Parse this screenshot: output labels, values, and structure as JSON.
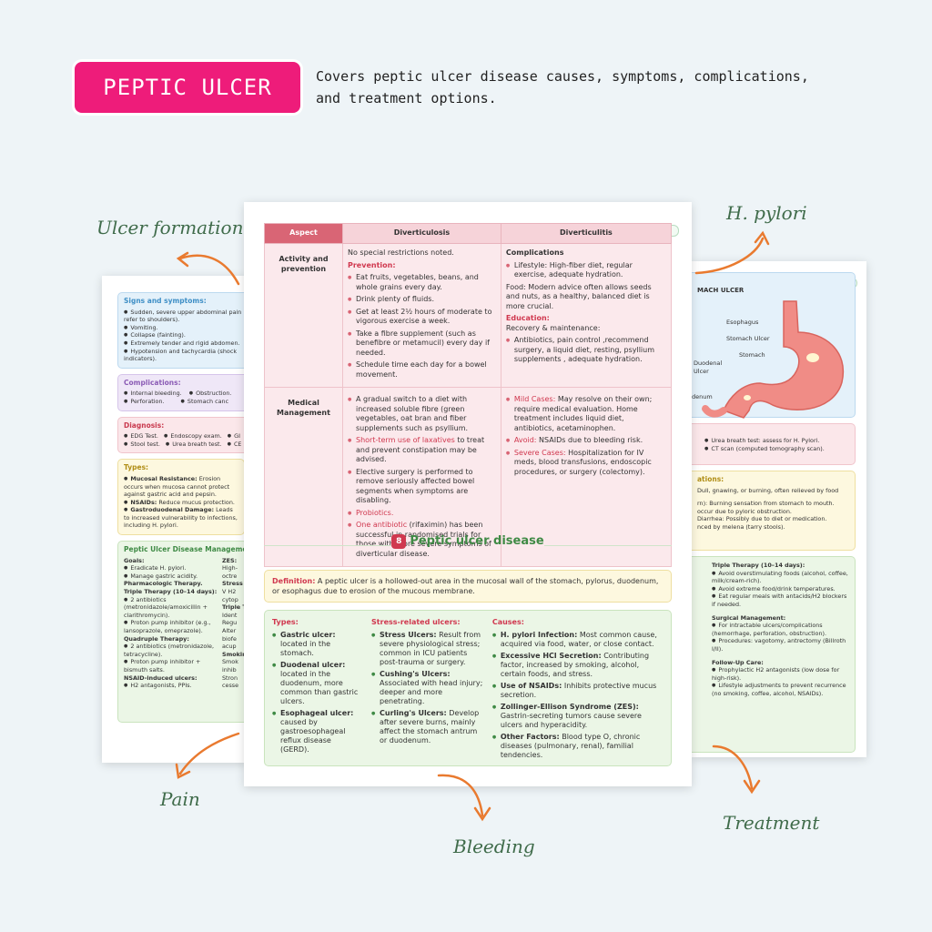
{
  "header": {
    "badge": "PEPTIC ULCER",
    "description": "Covers peptic ulcer disease causes, symptoms, complications, and treatment options."
  },
  "labels": {
    "ulcer_formation": "Ulcer formation",
    "h_pylori": "H. pylori",
    "pain": "Pain",
    "bleeding": "Bleeding",
    "treatment": "Treatment"
  },
  "left_page": {
    "signs": {
      "title": "Signs and symptoms:",
      "items": [
        "Sudden, severe upper abdominal pain refer to shoulders).",
        "Vomiting.",
        "Collapse (fainting).",
        "Extremely tender and rigid abdomen.",
        "Hypotension and tachycardia (shock indicators)."
      ]
    },
    "complications": {
      "title": "Complications:",
      "items": [
        "Internal bleeding.",
        "Obstruction.",
        "Perforation.",
        "Stomach canc"
      ]
    },
    "diagnosis": {
      "title": "Diagnosis:",
      "items": [
        "EDG Test.",
        "Endoscopy exam.",
        "GI",
        "Stool test.",
        "Urea breath test.",
        "CE"
      ]
    },
    "types": {
      "title": "Types:",
      "items": [
        {
          "b": "Mucosal Resistance:",
          "t": " Erosion occurs when mucosa cannot protect against gastric acid and pepsin."
        },
        {
          "b": "NSAIDs:",
          "t": " Reduce mucus protection."
        },
        {
          "b": "Gastroduodenal Damage:",
          "t": " Leads to increased vulnerability to infections, including H. pylori."
        }
      ]
    },
    "management": {
      "title": "Peptic Ulcer Disease Manageme",
      "goals": "Goals:",
      "goal_items": [
        "Eradicate H. pylori.",
        "Manage gastric acidity."
      ],
      "pharm": "Pharmacologic Therapy.",
      "triple": "Triple Therapy (10–14 days):",
      "triple_items": [
        "2 antibiotics (metronidazole/amoxicillin + clarithromycin).",
        "Proton pump inhibitor (e.g., lansoprazole, omeprazole)."
      ],
      "quad": "Quadruple Therapy:",
      "quad_items": [
        "2 antibiotics (metronidazole, tetracycline).",
        "Proton pump inhibitor + bismuth salts."
      ],
      "nsaid": "NSAID-induced ulcers:",
      "nsaid_items": [
        "H2 antagonists, PPIs."
      ],
      "col2": [
        "ZES:",
        "High-",
        "octre",
        "Stress u",
        "V H2",
        "cytop",
        "Triple T",
        "Ident",
        "Regu",
        "Alter",
        "biofe",
        "acup",
        "Smokin",
        "Smok",
        "inhib",
        "Stron",
        "cesse"
      ]
    }
  },
  "right_page": {
    "stomach": {
      "title": "MACH ULCER",
      "parts": [
        "Esophagus",
        "Stomach Ulcer",
        "Stomach",
        "Duodenal",
        "Ulcer",
        "denum"
      ]
    },
    "diag": [
      "Urea breath test: assess for H. Pylori.",
      "CT scan (computed tomography scan)."
    ],
    "manifest": {
      "title": "ations:",
      "items": [
        "Dull, gnawing, or burning, often relieved by food",
        "rn): Burning sensation from stomach to mouth.",
        "occur due to pyloric obstruction.",
        "Diarrhea: Possibly due to diet or medication.",
        "nced by melena (tarry stools)."
      ]
    },
    "treat": {
      "triple": "Triple Therapy (10–14 days):",
      "triple_items": [
        "Avoid overstimulating foods (alcohol, coffee, milk/cream-rich).",
        "Avoid extreme food/drink temperatures.",
        "Eat regular meals with antacids/H2 blockers if needed."
      ],
      "surgical": "Surgical Management:",
      "surgical_items": [
        "For intractable ulcers/complications (hemorrhage, perforation, obstruction).",
        "Procedures: vagotomy, antrectomy (Billroth I/II)."
      ],
      "follow": "Follow-Up Care:",
      "follow_items": [
        "Prophylactic H2 antagonists (low dose for high-risk).",
        "Lifestyle adjustments to prevent recurrence (no smoking, coffee, alcohol, NSAIDs)."
      ]
    }
  },
  "center_page": {
    "headers": [
      "Aspect",
      "Diverticulosis",
      "Diverticulitis"
    ],
    "row1": {
      "aspect": "Activity and prevention",
      "osis_intro": "No special restrictions noted.",
      "osis_prev": "Prevention:",
      "osis_items": [
        "Eat fruits, vegetables, beans, and whole grains every day.",
        "Drink plenty of fluids.",
        "Get at least 2½ hours of moderate to vigorous exercise a week.",
        "Take a fibre supplement (such as benefibre or metamucil) every day if needed.",
        "Schedule time each day for a bowel movement."
      ],
      "itis_comp": "Complications",
      "itis_item": "Lifestyle: High-fiber diet, regular exercise, adequate hydration.",
      "itis_food": "Food: Modern advice often allows seeds and nuts, as a healthy, balanced diet is more crucial.",
      "itis_edu": "Education:",
      "itis_rec": "Recovery & maintenance:",
      "itis_items2": [
        "Antibiotics, pain control ,recommend surgery, a liquid diet, resting, psyllium supplements , adequate hydration."
      ]
    },
    "row2": {
      "aspect": "Medical Management",
      "osis_1": "A gradual switch to a diet with increased soluble fibre (green vegetables, oat bran and fiber supplements such as psyllium.",
      "osis_2a": "Short-term use of laxatives",
      "osis_2b": " to treat and prevent constipation may be advised.",
      "osis_3": "Elective surgery is performed to remove seriously affected bowel segments when symptoms are disabling.",
      "osis_4": "Probiotics.",
      "osis_5a": "One antibiotic",
      "osis_5b": " (rifaximin) has been successful in randomised trials for those with more severe symptoms of diverticular disease.",
      "itis_1a": "Mild Cases:",
      "itis_1b": " May resolve on their own; require medical evaluation. Home treatment includes liquid diet, antibiotics, acetaminophen.",
      "itis_2a": "Avoid:",
      "itis_2b": " NSAIDs due to bleeding risk.",
      "itis_3a": "Severe Cases:",
      "itis_3b": " Hospitalization for IV meds, blood transfusions, endoscopic procedures, or surgery (colectomy)."
    },
    "section": {
      "num": "8",
      "title": "Peptic ulcer disease"
    },
    "definition": {
      "label": "Definition:",
      "text": " A peptic ulcer is a hollowed-out area in the mucosal wall of the stomach, pylorus, duodenum, or esophagus due to erosion of the mucous membrane."
    },
    "types": {
      "title": "Types:",
      "items": [
        {
          "b": "Gastric ulcer:",
          "t": " located in the stomach."
        },
        {
          "b": "Duodenal ulcer:",
          "t": " located in the duodenum, more common than gastric ulcers."
        },
        {
          "b": "Esophageal ulcer:",
          "t": " caused by gastroesophageal reflux disease (GERD)."
        }
      ]
    },
    "stress": {
      "title": "Stress-related ulcers:",
      "items": [
        {
          "b": "Stress Ulcers:",
          "t": " Result from severe physiological stress; common in ICU patients post-trauma or surgery."
        },
        {
          "b": "Cushing's Ulcers:",
          "t": " Associated with head injury; deeper and more penetrating."
        },
        {
          "b": "Curling's Ulcers:",
          "t": " Develop after severe burns, mainly affect the stomach antrum or duodenum."
        }
      ]
    },
    "causes": {
      "title": "Causes:",
      "items": [
        {
          "b": "H. pylori Infection:",
          "t": " Most common cause, acquired via food, water, or close contact."
        },
        {
          "b": "Excessive HCl Secretion:",
          "t": " Contributing factor, increased by smoking, alcohol, certain foods, and stress."
        },
        {
          "b": "Use of NSAIDs:",
          "t": " Inhibits protective mucus secretion."
        },
        {
          "b": "Zollinger-Ellison Syndrome (ZES):",
          "t": " Gastrin-secreting tumors cause severe ulcers and hyperacidity."
        },
        {
          "b": "Other Factors:",
          "t": " Blood type O, chronic diseases (pulmonary, renal), familial tendencies."
        }
      ]
    }
  }
}
